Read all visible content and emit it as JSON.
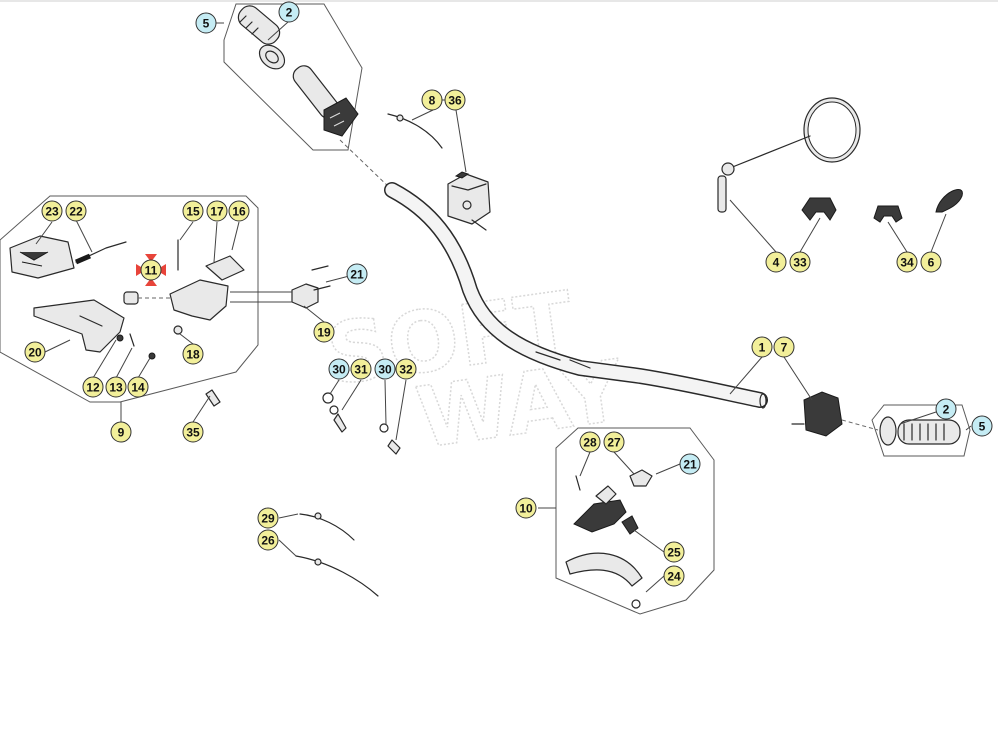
{
  "watermark": {
    "line1": "SOFT",
    "line2": "WAY"
  },
  "colors": {
    "callout_yellow": "#f2ef9a",
    "callout_cyan": "#c5ecf4",
    "highlight_red": "#e8443a"
  },
  "callouts": [
    {
      "id": "c5a",
      "label": "5",
      "style": "cyan"
    },
    {
      "id": "c2a",
      "label": "2",
      "style": "cyan"
    },
    {
      "id": "c8",
      "label": "8",
      "style": "yellow"
    },
    {
      "id": "c36",
      "label": "36",
      "style": "yellow"
    },
    {
      "id": "c23",
      "label": "23",
      "style": "yellow"
    },
    {
      "id": "c22",
      "label": "22",
      "style": "yellow"
    },
    {
      "id": "c15",
      "label": "15",
      "style": "yellow"
    },
    {
      "id": "c17",
      "label": "17",
      "style": "yellow"
    },
    {
      "id": "c16",
      "label": "16",
      "style": "yellow"
    },
    {
      "id": "c11",
      "label": "11",
      "style": "yellow",
      "highlighted": true
    },
    {
      "id": "c21a",
      "label": "21",
      "style": "cyan"
    },
    {
      "id": "c19",
      "label": "19",
      "style": "yellow"
    },
    {
      "id": "c20",
      "label": "20",
      "style": "yellow"
    },
    {
      "id": "c18",
      "label": "18",
      "style": "yellow"
    },
    {
      "id": "c12",
      "label": "12",
      "style": "yellow"
    },
    {
      "id": "c13",
      "label": "13",
      "style": "yellow"
    },
    {
      "id": "c14",
      "label": "14",
      "style": "yellow"
    },
    {
      "id": "c9",
      "label": "9",
      "style": "yellow"
    },
    {
      "id": "c30a",
      "label": "30",
      "style": "cyan"
    },
    {
      "id": "c31",
      "label": "31",
      "style": "yellow"
    },
    {
      "id": "c30b",
      "label": "30",
      "style": "cyan"
    },
    {
      "id": "c32",
      "label": "32",
      "style": "yellow"
    },
    {
      "id": "c35",
      "label": "35",
      "style": "yellow"
    },
    {
      "id": "c4",
      "label": "4",
      "style": "yellow"
    },
    {
      "id": "c33",
      "label": "33",
      "style": "yellow"
    },
    {
      "id": "c34",
      "label": "34",
      "style": "yellow"
    },
    {
      "id": "c6",
      "label": "6",
      "style": "yellow"
    },
    {
      "id": "c1",
      "label": "1",
      "style": "yellow"
    },
    {
      "id": "c7",
      "label": "7",
      "style": "yellow"
    },
    {
      "id": "c2b",
      "label": "2",
      "style": "cyan"
    },
    {
      "id": "c5b",
      "label": "5",
      "style": "cyan"
    },
    {
      "id": "c28",
      "label": "28",
      "style": "yellow"
    },
    {
      "id": "c27",
      "label": "27",
      "style": "yellow"
    },
    {
      "id": "c21b",
      "label": "21",
      "style": "cyan"
    },
    {
      "id": "c10",
      "label": "10",
      "style": "yellow"
    },
    {
      "id": "c25",
      "label": "25",
      "style": "yellow"
    },
    {
      "id": "c24",
      "label": "24",
      "style": "yellow"
    },
    {
      "id": "c29",
      "label": "29",
      "style": "yellow"
    },
    {
      "id": "c26",
      "label": "26",
      "style": "yellow"
    }
  ]
}
